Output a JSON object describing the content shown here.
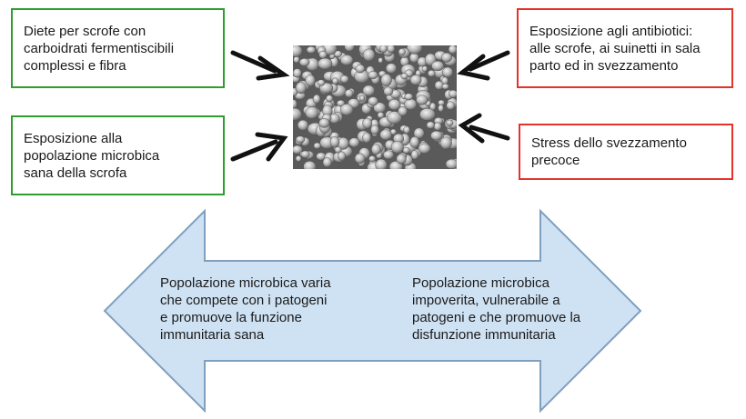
{
  "factors": {
    "diets": "Diete per scrofe con\ncarboidrati fermentiscibili\ncomplessi e fibra",
    "exposure_population": "Esposizione alla\npopolazione microbica\nsana della scrofa",
    "antibiotics": "Esposizione agli antibiotici:\nalle scrofe, ai suinetti in sala\nparto ed in svezzamento",
    "weaning_stress": "Stress dello svezzamento\nprecoce"
  },
  "outcomes": {
    "healthy": "Popolazione microbica varia\nche compete con i patogeni\ne promuove la funzione\nimmunitaria sana",
    "impoverished": "Popolazione microbica\nimpoverita, vulnerabile a\npatogeni e che promuove la\ndisfunzione immunitaria"
  },
  "colors": {
    "positive_border": "#2e9e2e",
    "negative_border": "#e3342c",
    "arrow_fill": "#cfe2f3",
    "arrow_stroke": "#7f9fbf"
  }
}
